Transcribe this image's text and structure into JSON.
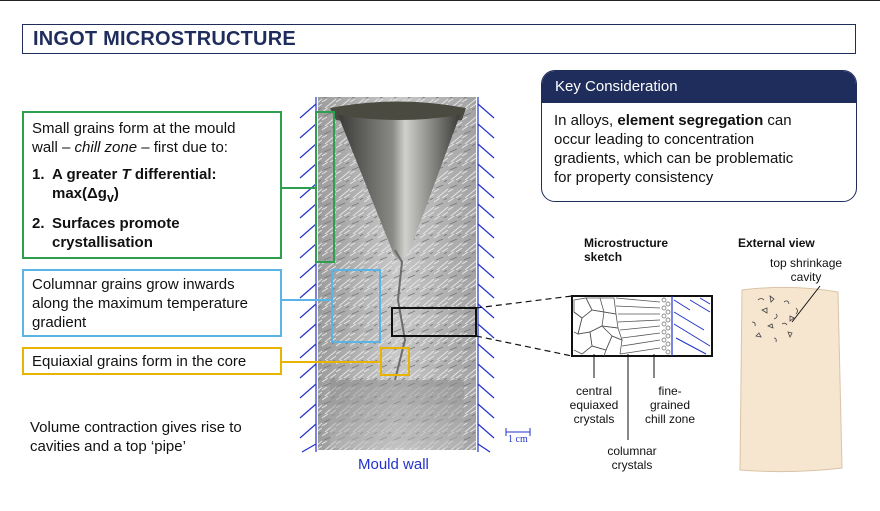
{
  "header": {
    "title": "INGOT MICROSTRUCTURE"
  },
  "left_boxes": {
    "chill": {
      "line1": "Small grains form at the mould",
      "line2_pre": "wall – ",
      "line2_em": "chill zone",
      "line2_post": " – first due to:",
      "item1_num": "1.",
      "item1_pre": "A greater ",
      "item1_T": "T",
      "item1_post": " differential:",
      "item1_formula": "max(Δg",
      "item1_sub": "v",
      "item1_close": ")",
      "item2_num": "2.",
      "item2_line1": "Surfaces promote",
      "item2_line2": "crystallisation"
    },
    "columnar": {
      "line1": "Columnar grains grow inwards",
      "line2": "along the maximum temperature",
      "line3": "gradient"
    },
    "equiaxial": {
      "text": "Equiaxial grains form in the core"
    },
    "volume": {
      "line1": "Volume contraction gives rise to",
      "line2": "cavities and a top ‘pipe’"
    }
  },
  "photo": {
    "mould_label": "Mould wall",
    "scale_label": "1 cm"
  },
  "key_consideration": {
    "heading": "Key Consideration",
    "pre": "In alloys, ",
    "bold": "element segregation",
    "post1": " can",
    "line2": "occur leading to concentration",
    "line3": "gradients, which can be problematic",
    "line4": "for property consistency"
  },
  "sketch": {
    "title_line1": "Microstructure",
    "title_line2": "sketch",
    "label_central_1": "central",
    "label_central_2": "equiaxed",
    "label_central_3": "crystals",
    "label_fine_1": "fine-",
    "label_fine_2": "grained",
    "label_fine_3": "chill zone",
    "label_columnar_1": "columnar",
    "label_columnar_2": "crystals"
  },
  "external": {
    "title": "External view",
    "label_line1": "top shrinkage",
    "label_line2": "cavity"
  },
  "colors": {
    "navy": "#1f2d5c",
    "green": "#2e9e4f",
    "blue": "#5ab4e6",
    "yellow": "#e8b400",
    "mould_blue": "#2233cc"
  }
}
